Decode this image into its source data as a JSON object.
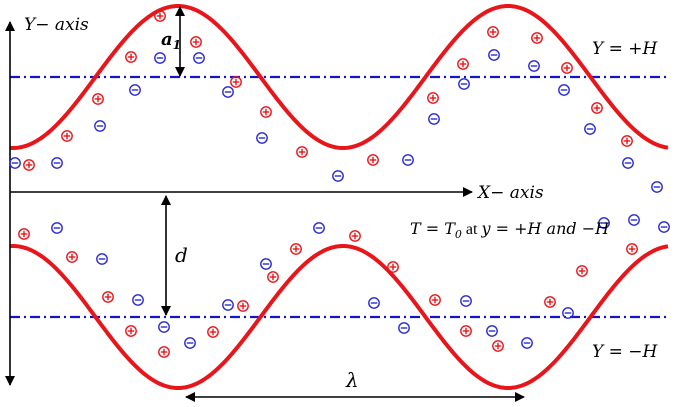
{
  "labels": {
    "y_axis": "Y− axis",
    "x_axis": "X− axis",
    "upper_wall": "Y = +H",
    "lower_wall": "Y = −H",
    "amplitude": "a",
    "amplitude_sub": "1",
    "gap": "d",
    "wavelength": "λ",
    "bc_T": "T = T",
    "bc_sub": "0",
    "bc_at": " at ",
    "bc_y": "y",
    "bc_rest": " = +H and −H"
  },
  "colors": {
    "wall": "#e8151b",
    "centerline": "#1414c8",
    "positive_charge": "#e8151b",
    "negative_charge": "#2a2ad4",
    "axis": "#000000"
  },
  "charge_symbols": {
    "positive": "⊕",
    "negative": "⊖"
  },
  "icons": [
    "positive-charge-icon",
    "negative-charge-icon",
    "arrow-icon"
  ]
}
